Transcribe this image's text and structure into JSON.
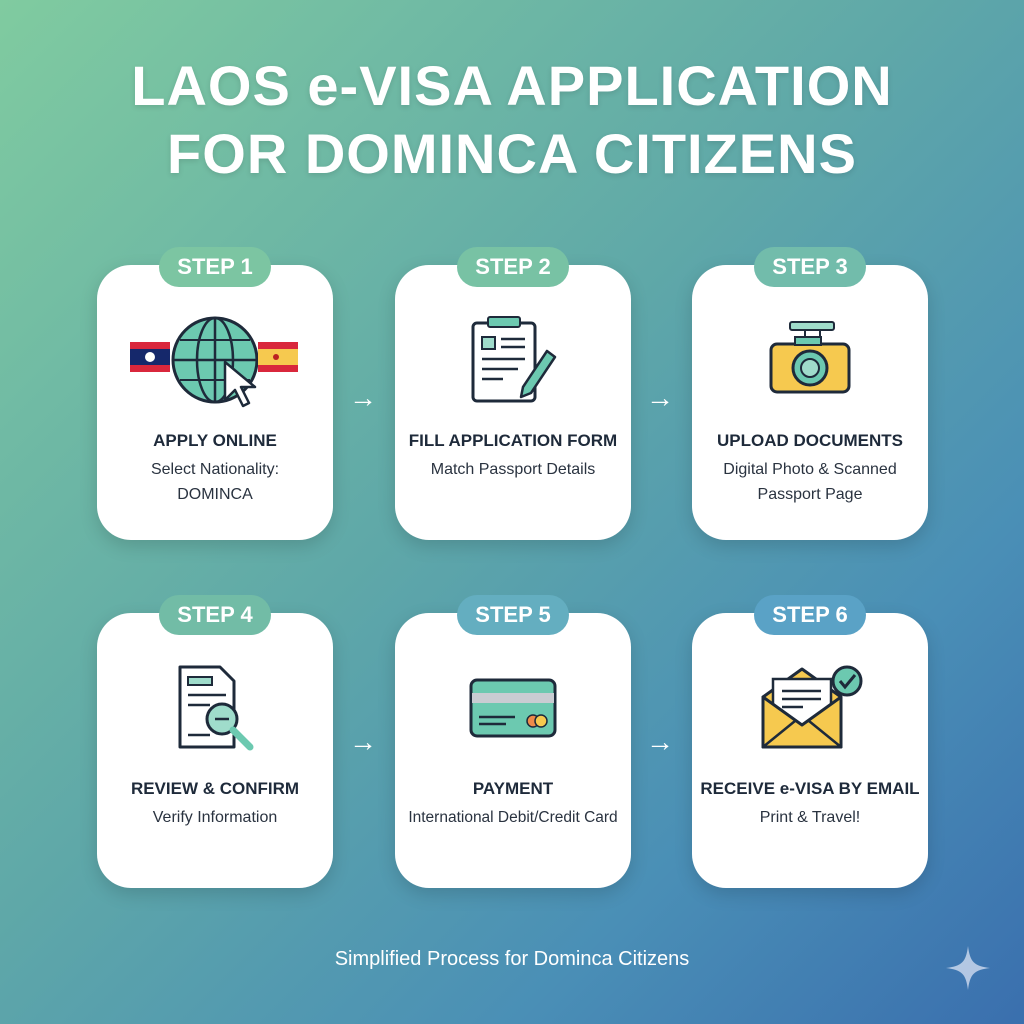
{
  "title_line1": "LAOS e-VISA APPLICATION",
  "title_line2": "FOR DOMINCA CITIZENS",
  "steps": [
    {
      "badge": "STEP 1",
      "heading": "APPLY ONLINE",
      "sub1": "Select Nationality:",
      "sub2": "DOMINCA",
      "icon": "globe-flags-cursor-icon"
    },
    {
      "badge": "STEP 2",
      "heading": "FILL APPLICATION FORM",
      "sub1": "Match Passport Details",
      "sub2": "",
      "icon": "clipboard-pen-icon"
    },
    {
      "badge": "STEP 3",
      "heading": "UPLOAD DOCUMENTS",
      "sub1": "Digital Photo & Scanned",
      "sub2": "Passport Page",
      "icon": "camera-icon"
    },
    {
      "badge": "STEP 4",
      "heading": "REVIEW & CONFIRM",
      "sub1": "Verify Information",
      "sub2": "",
      "icon": "document-magnifier-icon"
    },
    {
      "badge": "STEP 5",
      "heading": "PAYMENT",
      "sub1": "International Debit/Credit Card",
      "sub2": "",
      "icon": "credit-card-icon"
    },
    {
      "badge": "STEP 6",
      "heading": "RECEIVE e-VISA BY EMAIL",
      "sub1": "Print & Travel!",
      "sub2": "",
      "icon": "envelope-check-icon"
    }
  ],
  "footer": "Simplified Process for Dominca Citizens",
  "colors": {
    "badge_row1": "#7cc3a2",
    "badge_row2": "#5fa9c0",
    "teal": "#6cc9b0",
    "ink": "#1e2a3a",
    "yellow": "#f6c94f"
  }
}
